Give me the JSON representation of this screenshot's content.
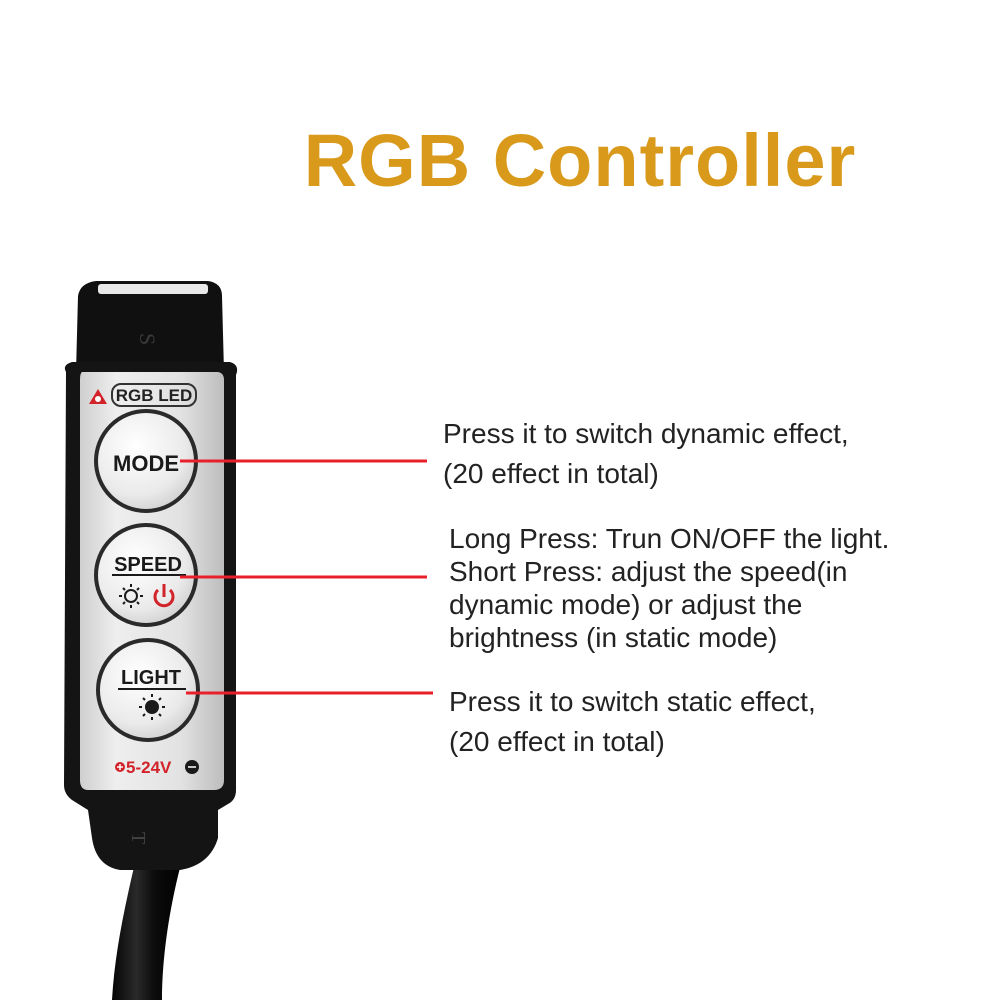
{
  "title": "RGB Controller",
  "device": {
    "badge_label": "RGB LED",
    "voltage_label": "5-24V",
    "buttons": [
      {
        "label": "MODE"
      },
      {
        "label": "SPEED"
      },
      {
        "label": "LIGHT"
      }
    ]
  },
  "annotations": {
    "mode": {
      "line1": "Press it to switch dynamic effect,",
      "line2": "(20 effect in total)"
    },
    "speed": {
      "line1": "Long Press: Trun ON/OFF the light.",
      "line2": "Short Press: adjust the speed(in",
      "line3": "dynamic mode) or adjust the",
      "line4": "brightness (in static mode)"
    },
    "light": {
      "line1": "Press it to switch static effect,",
      "line2": "(20 effect in total)"
    }
  },
  "colors": {
    "title": "#d99a1c",
    "pointer_line": "#e8202a",
    "controller_body": "#141414",
    "panel": "#e6e6e6"
  }
}
